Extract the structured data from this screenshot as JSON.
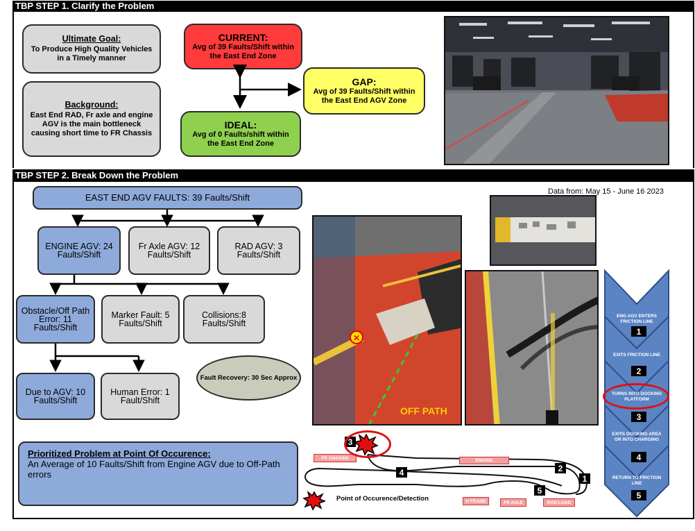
{
  "step1": {
    "header": "TBP STEP 1. Clarify the Problem",
    "goal": {
      "title": "Ultimate Goal:",
      "text": "To Produce High Quality Vehicles in a Timely manner"
    },
    "background": {
      "title": "Background:",
      "text": "East End RAD, Fr axle and engine AGV is the main bottleneck causing short time to FR Chassis"
    },
    "current": {
      "title": "CURRENT:",
      "text": "Avg of 39 Faults/Shift within the East End Zone",
      "color": "#ff3b3b"
    },
    "gap": {
      "title": "GAP:",
      "text": "Avg of 39 Faults/Shift within the East End AGV Zone",
      "color": "#ffff66"
    },
    "ideal": {
      "title": "IDEAL:",
      "text": "Avg of 0 Faults/shift within the East End Zone",
      "color": "#8fd14f"
    }
  },
  "step2": {
    "header": "TBP STEP 2. Break Down the Problem",
    "data_from": "Data from: May 15 - June 16 2023",
    "root": "EAST END AGV FAULTS: 39 Faults/Shift",
    "engine_agv": "ENGINE AGV: 24 Faults/Shift",
    "fr_axle_agv": "Fr Axle AGV: 12 Faults/Shift",
    "rad_agv": "RAD AGV: 3 Faults/Shift",
    "obstacle": "Obstacle/Off Path Error: 11 Faults/Shift",
    "marker": "Marker Fault: 5 Faults/Shift",
    "collisions": "Collisions:8 Faults/Shift",
    "due_agv": "Due to AGV: 10 Faults/Shift",
    "human": "Human Error: 1 Fault/Shift",
    "fault_recovery": "Fault Recovery: 30 Sec Approx",
    "prioritized": {
      "title": "Prioritized Problem at Point Of Occurence:",
      "text": "An Average of 10 Faults/Shift from Engine AGV due to Off-Path errors"
    },
    "off_path_label": "OFF PATH",
    "map": {
      "fr_chassis": "FR CHASSIS",
      "engine": "ENGINE",
      "h_frame": "H FRAME",
      "fr_axle": "FR AXLE",
      "rad_load": "RAD LOAD",
      "poi_label": "Point of Occurence/Detection",
      "n1": "1",
      "n2": "2",
      "n3": "3",
      "n4": "4",
      "n5": "5"
    },
    "steps": [
      {
        "text": "ENG AGV ENTERS FRICTION LINE",
        "num": "1"
      },
      {
        "text": "EXITS FRICTION LINE",
        "num": "2"
      },
      {
        "text": "TURNS INTO DOCKING PLATFORM",
        "num": "3"
      },
      {
        "text": "EXITS DOCKING AREA OR INTO CHARGING",
        "num": "4"
      },
      {
        "text": "RETURN TO FRICTION LINE",
        "num": "5"
      }
    ]
  }
}
